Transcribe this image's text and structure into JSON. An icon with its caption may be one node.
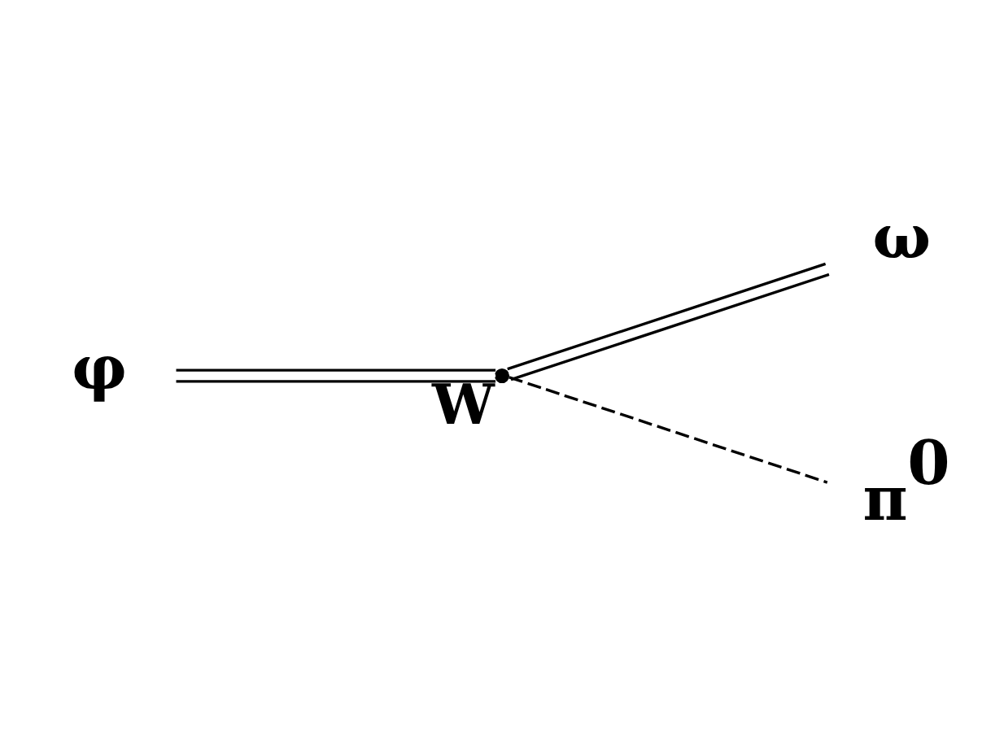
{
  "diagram": {
    "nodes": [
      {
        "text": [
          "φ"
        ]
      },
      {
        "text": [],
        "shape": "point",
        "beside": [
          "W"
        ]
      },
      {
        "text": [
          "ω"
        ]
      },
      {
        "text": [
          "π$^{0}$"
        ]
      }
    ],
    "edges": [
      {
        "from": 0,
        "to": 1,
        "arrow": "none"
      },
      {
        "from": 1,
        "to": 2,
        "arrow": "none"
      },
      {
        "from": 1,
        "to": 3,
        "arrow": "none",
        "style": "dashed"
      }
    ]
  }
}
